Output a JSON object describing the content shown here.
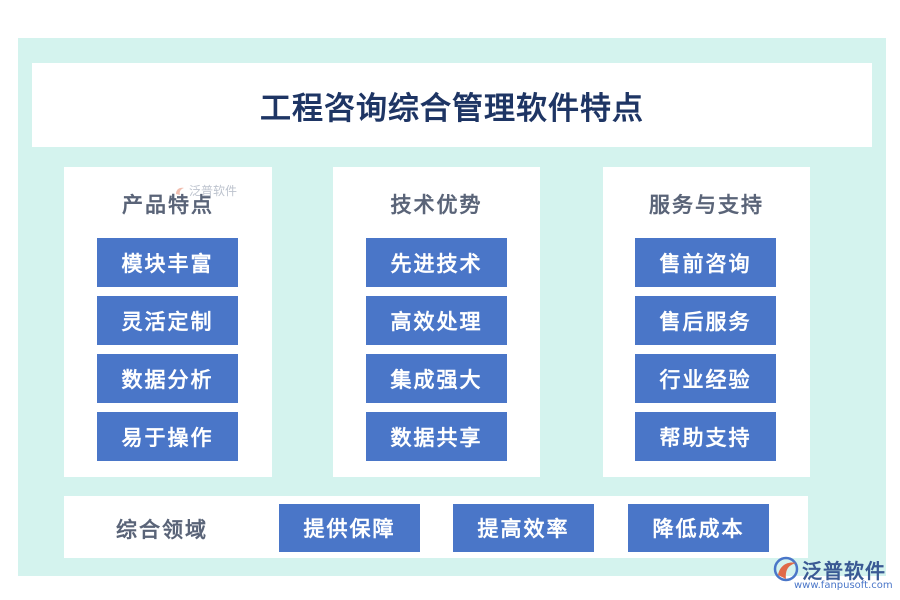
{
  "title": "工程咨询综合管理软件特点",
  "columns": [
    {
      "heading": "产品特点",
      "items": [
        "模块丰富",
        "灵活定制",
        "数据分析",
        "易于操作"
      ]
    },
    {
      "heading": "技术优势",
      "items": [
        "先进技术",
        "高效处理",
        "集成强大",
        "数据共享"
      ]
    },
    {
      "heading": "服务与支持",
      "items": [
        "售前咨询",
        "售后服务",
        "行业经验",
        "帮助支持"
      ]
    }
  ],
  "bottom": {
    "label": "综合领域",
    "items": [
      "提供保障",
      "提高效率",
      "降低成本"
    ]
  },
  "watermark": {
    "small_text": "泛普软件",
    "logo_name": "泛普软件",
    "logo_url": "www.fanpusoft.com"
  },
  "colors": {
    "frame_bg": "#d4f3ee",
    "pill": "#4a76c8",
    "title": "#1e3564",
    "heading": "#5a6478"
  }
}
